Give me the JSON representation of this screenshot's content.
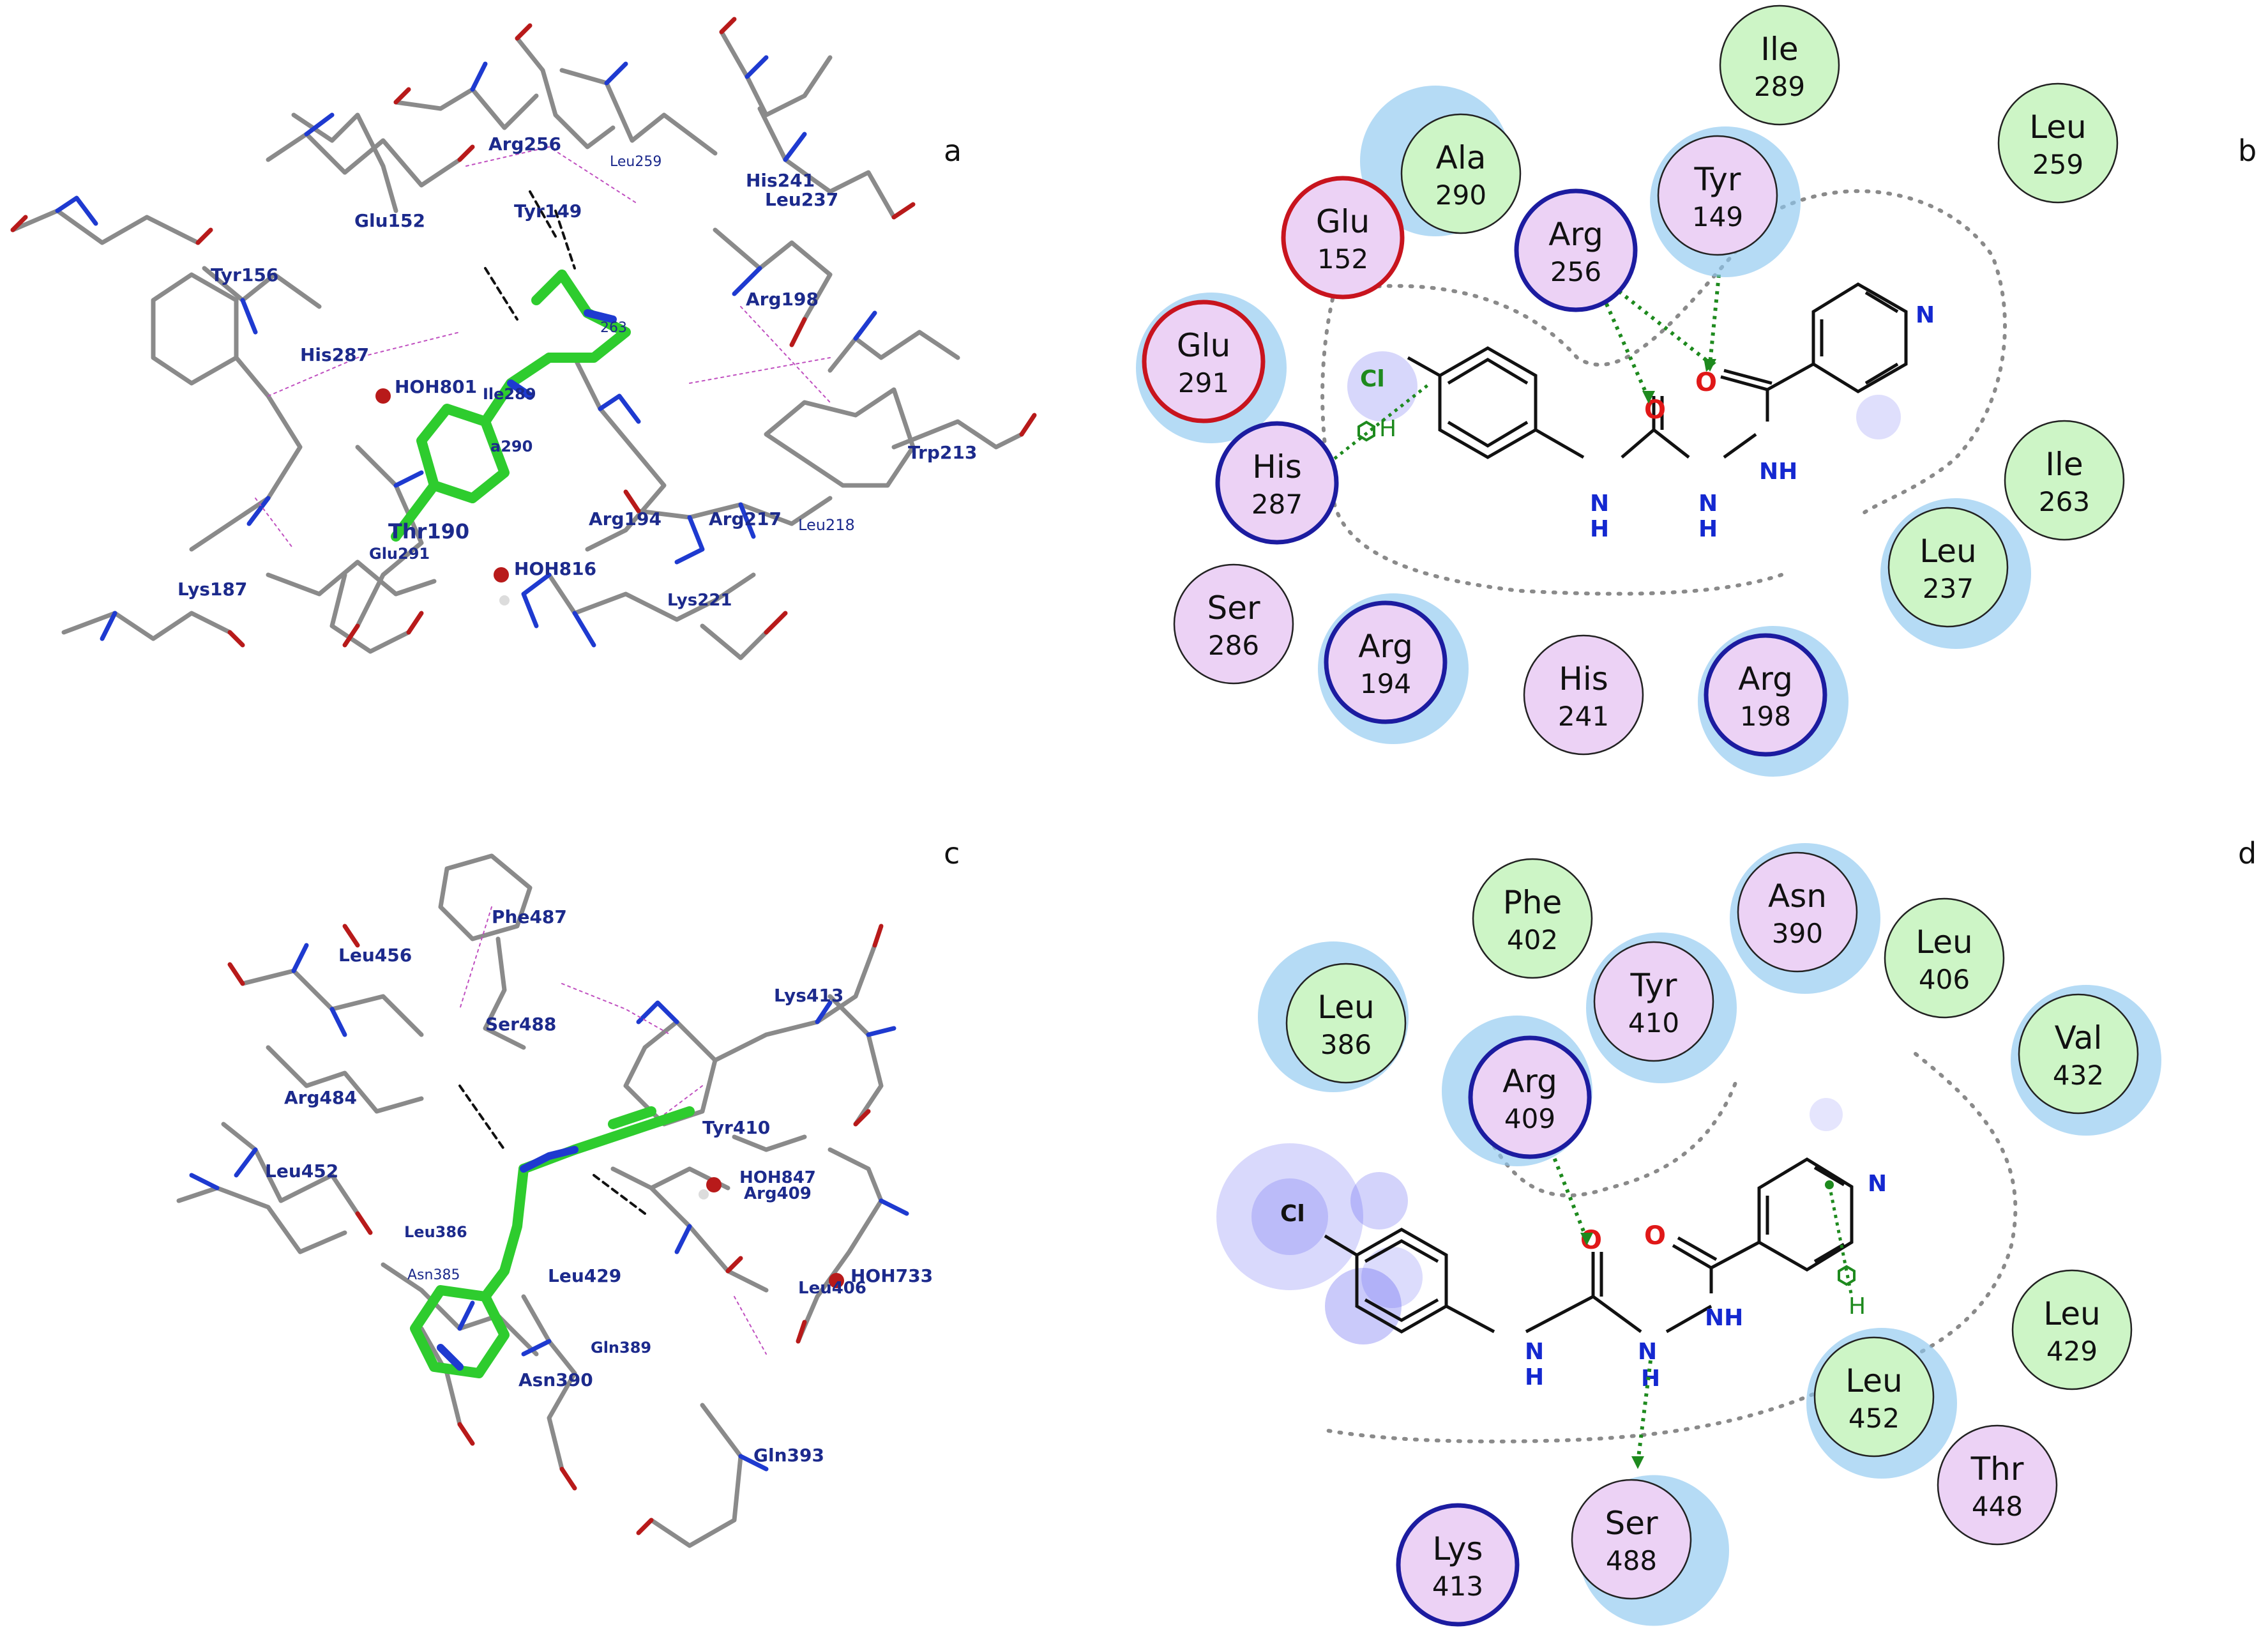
{
  "panels": {
    "a": {
      "letter": "a",
      "labels": [
        "Glu152",
        "Arg256",
        "Leu259",
        "His241",
        "Leu237",
        "Tyr149",
        "Arg198",
        "Tyr156",
        "His287",
        "263",
        "HOH801",
        "Ile289",
        "a290",
        "Thr190",
        "Glu291",
        "Trp213",
        "Arg194",
        "Arg217",
        "Leu218",
        "Lys187",
        "HOH816",
        "Lys221"
      ]
    },
    "b": {
      "letter": "b",
      "residues": [
        {
          "name": "Ile",
          "num": "289",
          "kind": "hydrophobic"
        },
        {
          "name": "Ala",
          "num": "290",
          "kind": "hydrophobic"
        },
        {
          "name": "Leu",
          "num": "259",
          "kind": "hydrophobic"
        },
        {
          "name": "Tyr",
          "num": "149",
          "kind": "polar"
        },
        {
          "name": "Glu",
          "num": "152",
          "kind": "acidic"
        },
        {
          "name": "Arg",
          "num": "256",
          "kind": "basic"
        },
        {
          "name": "Glu",
          "num": "291",
          "kind": "acidic"
        },
        {
          "name": "Ile",
          "num": "263",
          "kind": "hydrophobic"
        },
        {
          "name": "His",
          "num": "287",
          "kind": "basic"
        },
        {
          "name": "Leu",
          "num": "237",
          "kind": "hydrophobic"
        },
        {
          "name": "Ser",
          "num": "286",
          "kind": "polar"
        },
        {
          "name": "Arg",
          "num": "194",
          "kind": "basic"
        },
        {
          "name": "His",
          "num": "241",
          "kind": "polar"
        },
        {
          "name": "Arg",
          "num": "198",
          "kind": "basic"
        }
      ],
      "atoms": {
        "cl": "Cl",
        "o1": "O",
        "o2": "O",
        "n_ring": "N",
        "nh1": "N",
        "nh1_h": "H",
        "nh2": "N",
        "nh2_h": "H",
        "nh3": "NH",
        "h_arene": "H"
      }
    },
    "c": {
      "letter": "c",
      "labels": [
        "Phe487",
        "Leu456",
        "Lys413",
        "Ser488",
        "Arg484",
        "Tyr410",
        "Leu452",
        "HOH847",
        "Arg409",
        "Leu386",
        "Leu429",
        "HOH733",
        "Asn385",
        "Leu406",
        "Gln389",
        "Asn390",
        "Gln393"
      ]
    },
    "d": {
      "letter": "d",
      "residues": [
        {
          "name": "Phe",
          "num": "402",
          "kind": "hydrophobic"
        },
        {
          "name": "Asn",
          "num": "390",
          "kind": "polar"
        },
        {
          "name": "Leu",
          "num": "406",
          "kind": "hydrophobic"
        },
        {
          "name": "Tyr",
          "num": "410",
          "kind": "polar"
        },
        {
          "name": "Leu",
          "num": "386",
          "kind": "hydrophobic"
        },
        {
          "name": "Val",
          "num": "432",
          "kind": "hydrophobic"
        },
        {
          "name": "Arg",
          "num": "409",
          "kind": "basic"
        },
        {
          "name": "Leu",
          "num": "429",
          "kind": "hydrophobic"
        },
        {
          "name": "Leu",
          "num": "452",
          "kind": "hydrophobic"
        },
        {
          "name": "Thr",
          "num": "448",
          "kind": "polar"
        },
        {
          "name": "Lys",
          "num": "413",
          "kind": "basic"
        },
        {
          "name": "Ser",
          "num": "488",
          "kind": "polar"
        }
      ],
      "atoms": {
        "cl": "Cl",
        "o1": "O",
        "o2": "O",
        "n_ring": "N",
        "nh1": "N",
        "nh1_h": "H",
        "nh2": "N",
        "nh2_h": "H",
        "nh3": "NH",
        "h_arene": "H"
      }
    }
  },
  "colors": {
    "hydrophobic_fill": "#cdf5c6",
    "polar_fill": "#ecd2f5",
    "acidic_ring": "#c8141e",
    "basic_ring": "#1c1ca0",
    "plain_ring": "#222222",
    "halo": "#8ec8f0",
    "ligand_green": "#2ecc2e",
    "hbond_green": "#1e8a1e",
    "stick_grey": "#8a8a8a",
    "stick_blue": "#1e3ad0",
    "stick_red": "#b81a1a"
  }
}
